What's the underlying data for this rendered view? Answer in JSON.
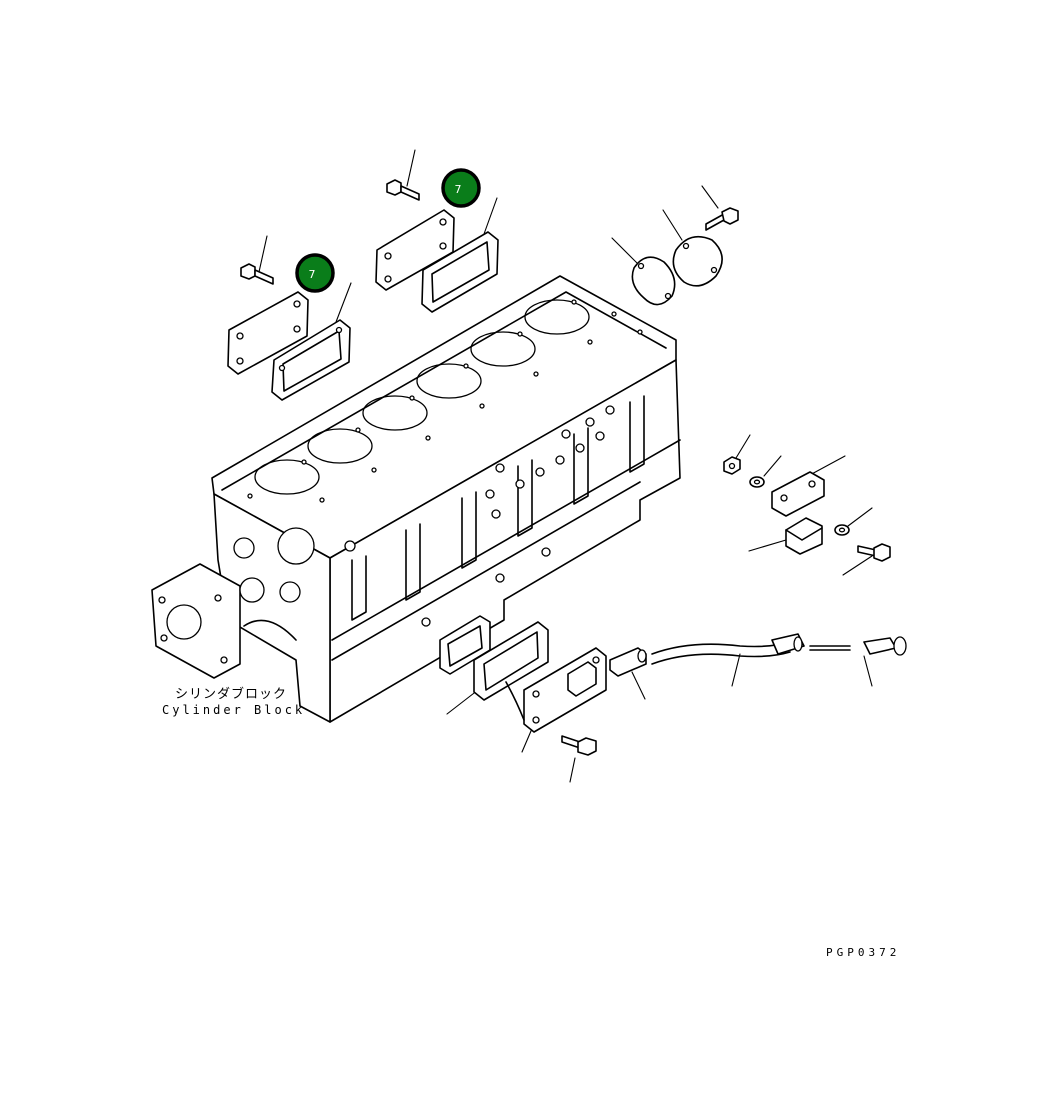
{
  "callouts": [
    {
      "label": "7",
      "color": "#0a7d1a"
    },
    {
      "label": "7",
      "color": "#0a7d1a"
    }
  ],
  "labels": {
    "part_name_jp": "シリンダブロック",
    "part_name_en": "Cylinder Block",
    "figure_code": "PGP0372"
  }
}
